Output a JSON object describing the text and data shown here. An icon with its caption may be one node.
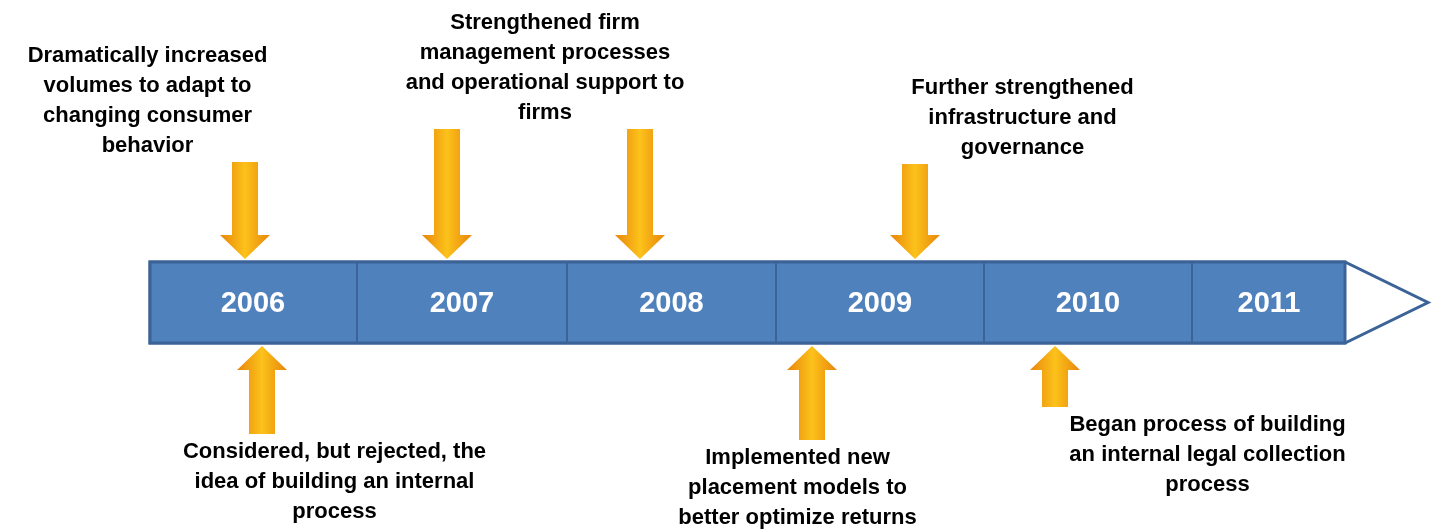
{
  "diagram": {
    "nodes": [
      {
        "text": [
          "Dramatically increased volumes to adapt to changing consumer behavior"
        ]
      },
      {
        "text": [
          "Strengthened firm management processes and operational support to firms"
        ]
      },
      {
        "text": [
          "Further strengthened infrastructure and governance"
        ]
      },
      {
        "text": [],
        "shape": "arrow"
      },
      {
        "text": [
          "2006"
        ],
        "in": 3
      },
      {
        "text": [
          "2007"
        ],
        "in": 3
      },
      {
        "text": [
          "2008"
        ],
        "in": 3
      },
      {
        "text": [
          "2009"
        ],
        "in": 3
      },
      {
        "text": [
          "2010"
        ],
        "in": 3
      },
      {
        "text": [
          "2011"
        ],
        "in": 3
      },
      {
        "text": [
          "Considered, but rejected, the idea of building an internal process"
        ]
      },
      {
        "text": [
          "Implemented new placement models to better optimize returns"
        ]
      },
      {
        "text": [
          "Began process of building an internal legal collection process"
        ]
      }
    ],
    "edges": [
      {
        "from": 0,
        "to": 4,
        "arrow": "to"
      },
      {
        "from": 1,
        "to": 5,
        "arrow": "to"
      },
      {
        "from": 1,
        "to": 6,
        "arrow": "to"
      },
      {
        "from": 2,
        "to": 7,
        "arrow": "to"
      },
      {
        "from": 10,
        "to": 4,
        "arrow": "to"
      },
      {
        "from": 11,
        "to": 7,
        "arrow": "to"
      },
      {
        "from": 12,
        "to": 8,
        "arrow": "to"
      }
    ]
  }
}
